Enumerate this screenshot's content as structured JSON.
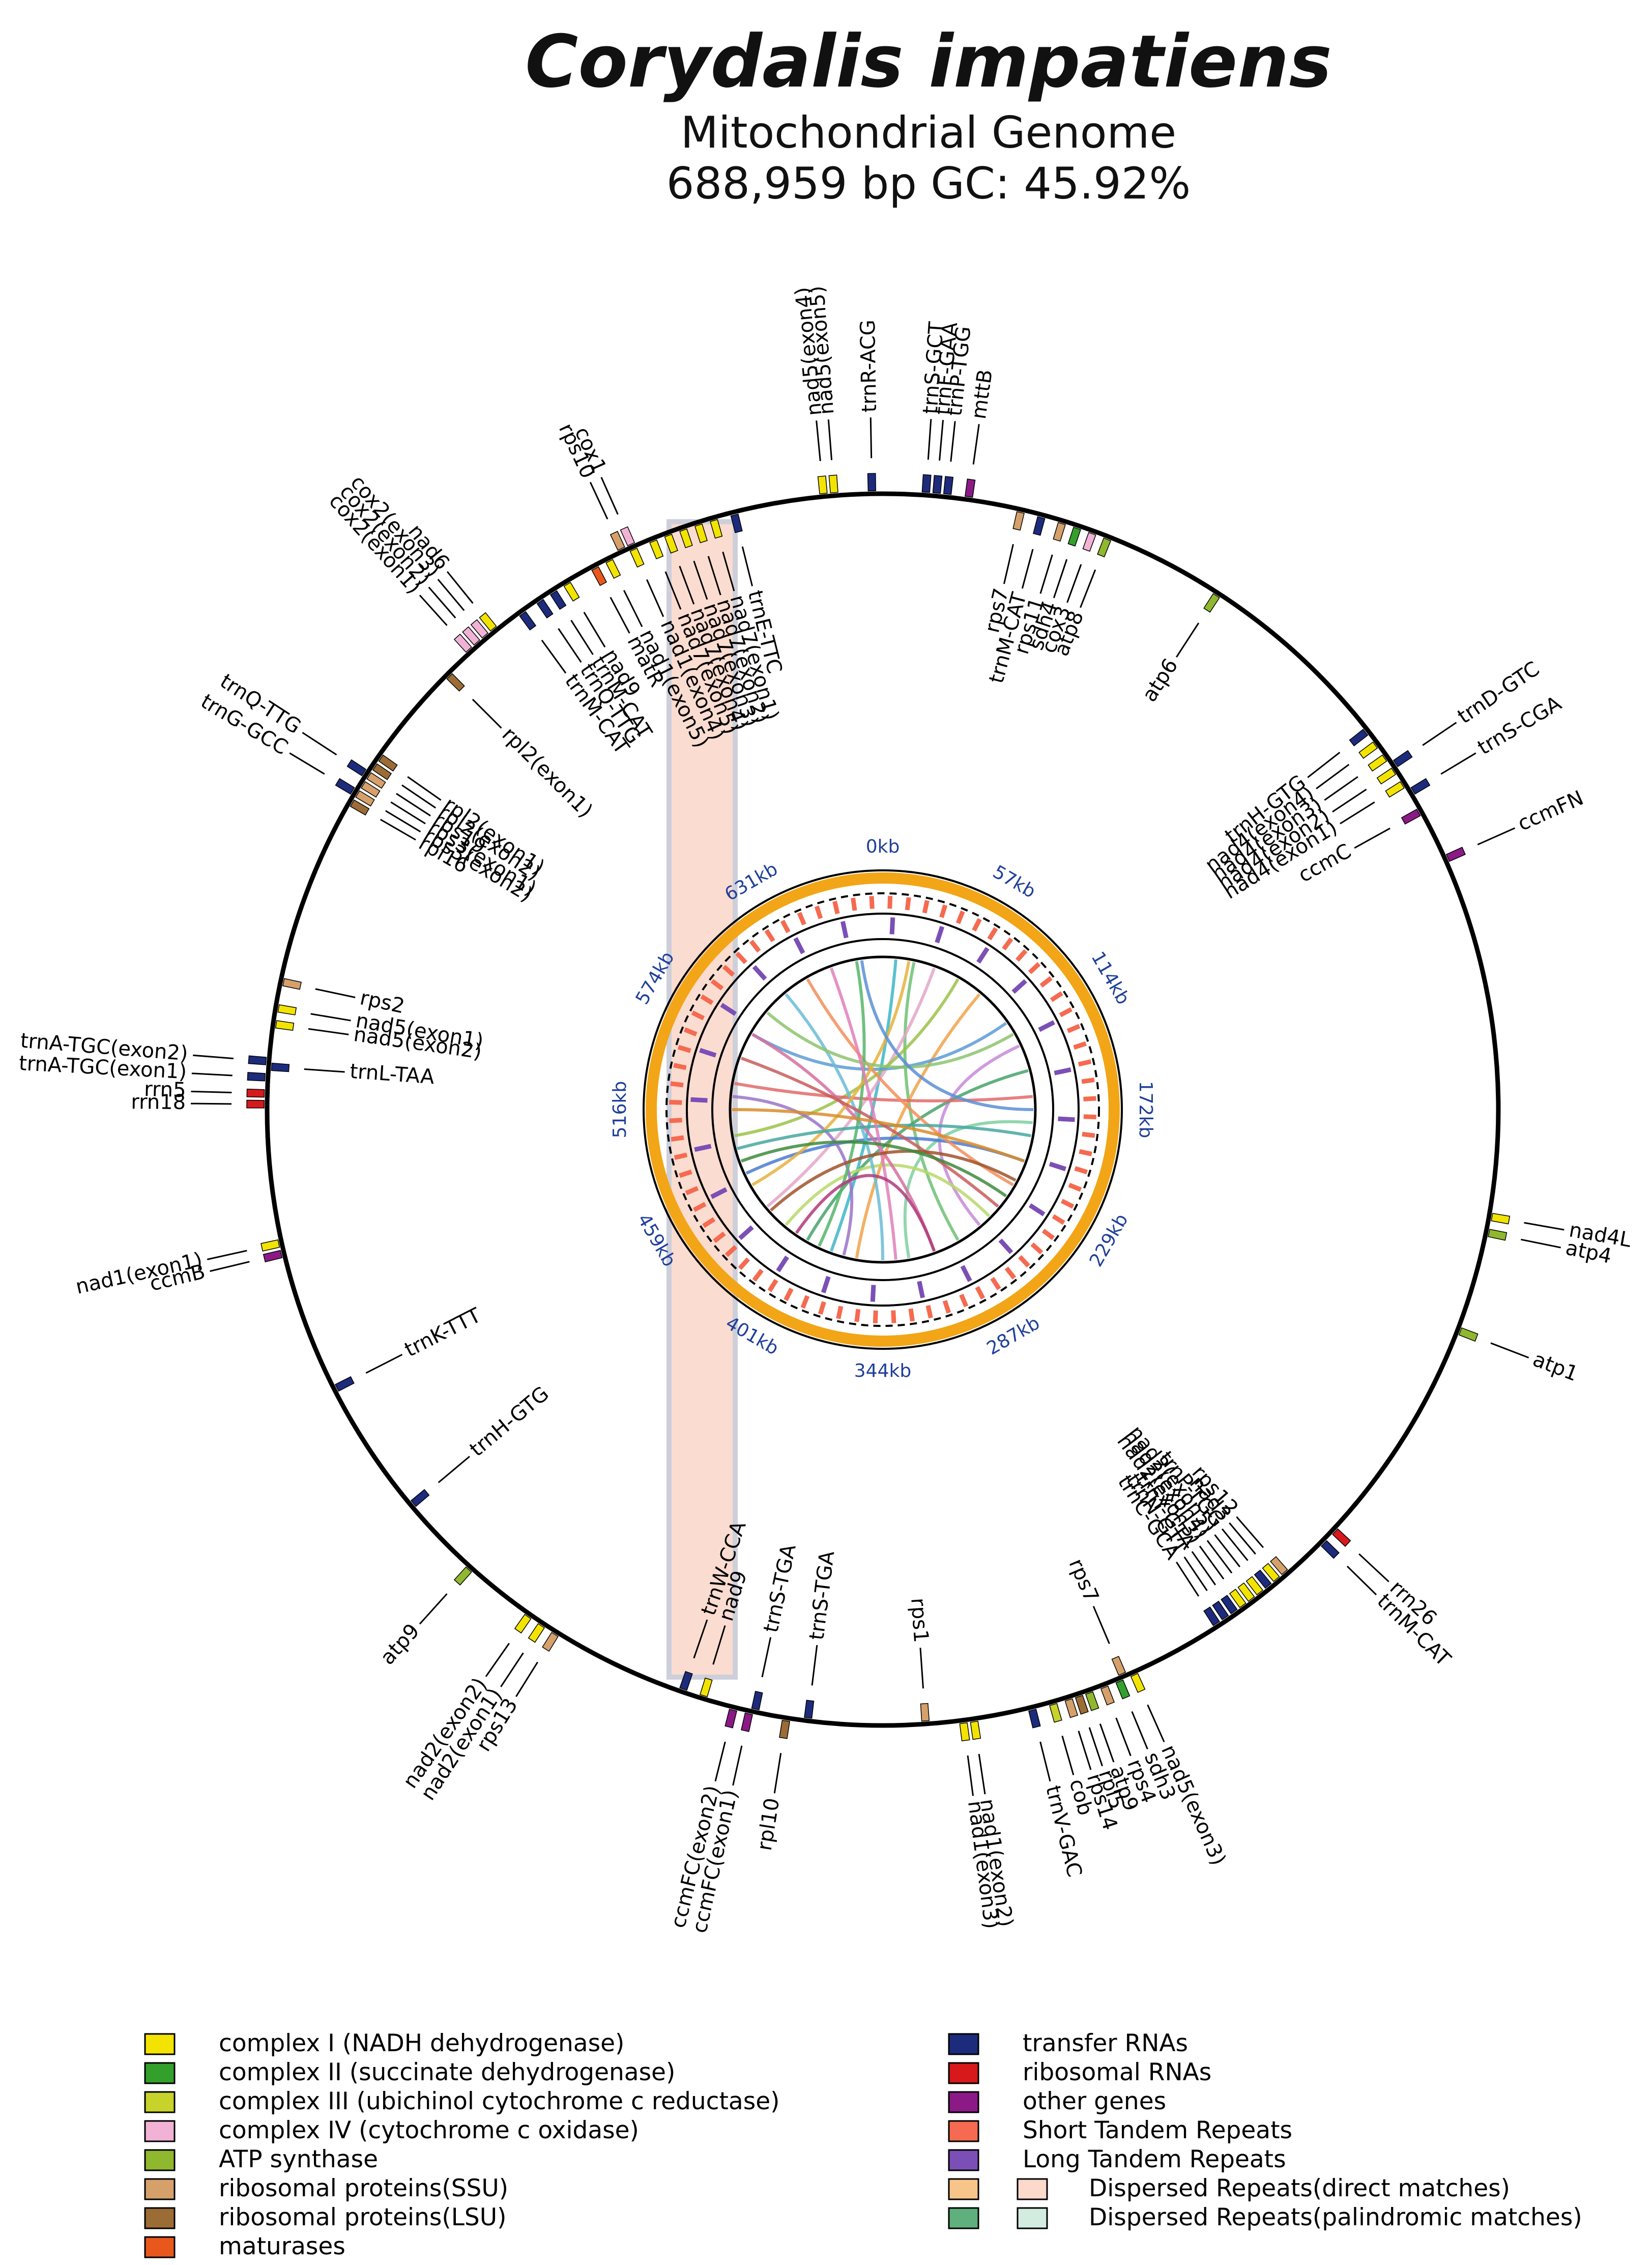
{
  "title": "Corydalis impatiens",
  "subtitle": "Mitochondrial Genome",
  "stats": "688,959 bp  GC: 45.92%",
  "kb_ticks": [
    {
      "label": "0kb",
      "deg": 0
    },
    {
      "label": "57kb",
      "deg": 30
    },
    {
      "label": "114kb",
      "deg": 60
    },
    {
      "label": "172kb",
      "deg": 90
    },
    {
      "label": "229kb",
      "deg": 120
    },
    {
      "label": "287kb",
      "deg": 150
    },
    {
      "label": "344kb",
      "deg": 180
    },
    {
      "label": "401kb",
      "deg": 210
    },
    {
      "label": "459kb",
      "deg": 240
    },
    {
      "label": "516kb",
      "deg": 270
    },
    {
      "label": "574kb",
      "deg": 300
    },
    {
      "label": "631kb",
      "deg": 330
    }
  ],
  "colors": {
    "complex_I": "#f2e400",
    "complex_II": "#33a02c",
    "complex_III": "#c7d22a",
    "complex_IV": "#f2b2d6",
    "atp": "#8fb82f",
    "ssu": "#d6a06b",
    "lsu": "#9b6c34",
    "maturase": "#e8581c",
    "trna": "#1d2b7d",
    "rrna": "#d7191c",
    "other": "#8b1a87",
    "str": "#f56a50",
    "ltr": "#7b4fb6",
    "disp_direct": "#f7c48a",
    "disp_direct_fill": "#fbd9cb",
    "disp_pal": "#5fb07d",
    "disp_pal_fill": "#d3ece0",
    "gc": "#f2a516"
  },
  "genes": [
    {
      "label": "nad5(exon5)",
      "deg": -4.5,
      "side": "out",
      "color": "complex_I"
    },
    {
      "label": "nad5(exon4)",
      "deg": -5.5,
      "side": "out",
      "color": "complex_I"
    },
    {
      "label": "trnR-ACG",
      "deg": -1.0,
      "side": "out",
      "color": "trna"
    },
    {
      "label": "trnS-GCT",
      "deg": 4.0,
      "side": "out",
      "color": "trna"
    },
    {
      "label": "trnF-GAA",
      "deg": 5.0,
      "side": "out",
      "color": "trna"
    },
    {
      "label": "trnP-TGG",
      "deg": 6.0,
      "side": "out",
      "color": "trna"
    },
    {
      "label": "mttB",
      "deg": 8.0,
      "side": "out",
      "color": "other"
    },
    {
      "label": "rps7",
      "deg": 13,
      "side": "in",
      "color": "ssu"
    },
    {
      "label": "trnM-CAT",
      "deg": 15,
      "side": "in",
      "color": "trna"
    },
    {
      "label": "rps11",
      "deg": 17,
      "side": "in",
      "color": "ssu"
    },
    {
      "label": "sdh4",
      "deg": 18.5,
      "side": "in",
      "color": "complex_II"
    },
    {
      "label": "cox3",
      "deg": 20,
      "side": "in",
      "color": "complex_IV"
    },
    {
      "label": "atp8",
      "deg": 21.5,
      "side": "in",
      "color": "atp"
    },
    {
      "label": "atp6",
      "deg": 33,
      "side": "in",
      "color": "atp"
    },
    {
      "label": "trnH-GTG",
      "deg": 52,
      "side": "in",
      "color": "trna"
    },
    {
      "label": "nad4(exon4)",
      "deg": 53.5,
      "side": "in",
      "color": "complex_I"
    },
    {
      "label": "nad4(exon3)",
      "deg": 55,
      "side": "in",
      "color": "complex_I"
    },
    {
      "label": "nad4(exon2)",
      "deg": 56.5,
      "side": "in",
      "color": "complex_I"
    },
    {
      "label": "nad4(exon1)",
      "deg": 58,
      "side": "in",
      "color": "complex_I"
    },
    {
      "label": "ccmC",
      "deg": 61,
      "side": "in",
      "color": "other"
    },
    {
      "label": "trnD-GTC",
      "deg": 56,
      "side": "out",
      "color": "trna"
    },
    {
      "label": "trnS-CGA",
      "deg": 59,
      "side": "out",
      "color": "trna"
    },
    {
      "label": "ccmFN",
      "deg": 66,
      "side": "out",
      "color": "other"
    },
    {
      "label": "nad4L",
      "deg": 100,
      "side": "out",
      "color": "complex_I"
    },
    {
      "label": "atp4",
      "deg": 101.5,
      "side": "out",
      "color": "atp"
    },
    {
      "label": "atp1",
      "deg": 111,
      "side": "out",
      "color": "atp"
    },
    {
      "label": "rrn26",
      "deg": 133,
      "side": "out",
      "color": "rrna"
    },
    {
      "label": "trnM-CAT",
      "deg": 134.5,
      "side": "out",
      "color": "trna"
    },
    {
      "label": "rps12",
      "deg": 139,
      "side": "in",
      "color": "ssu"
    },
    {
      "label": "nad3",
      "deg": 140,
      "side": "in",
      "color": "complex_I"
    },
    {
      "label": "trnP-TGG",
      "deg": 141,
      "side": "in",
      "color": "trna"
    },
    {
      "label": "nad2(exon5)",
      "deg": 142,
      "side": "in",
      "color": "complex_I"
    },
    {
      "label": "nad2(exon4)",
      "deg": 143,
      "side": "in",
      "color": "complex_I"
    },
    {
      "label": "nad2(exon3)",
      "deg": 144,
      "side": "in",
      "color": "complex_I"
    },
    {
      "label": "trnY-GTA",
      "deg": 145,
      "side": "in",
      "color": "trna"
    },
    {
      "label": "trnN-GTT",
      "deg": 146,
      "side": "in",
      "color": "trna"
    },
    {
      "label": "trnC-GCA",
      "deg": 147,
      "side": "in",
      "color": "trna"
    },
    {
      "label": "rps7",
      "deg": 157,
      "side": "in",
      "color": "ssu"
    },
    {
      "label": "nad5(exon3)",
      "deg": 156,
      "side": "out",
      "color": "complex_I"
    },
    {
      "label": "sdh3",
      "deg": 157.5,
      "side": "out",
      "color": "complex_II"
    },
    {
      "label": "rps4",
      "deg": 159,
      "side": "out",
      "color": "ssu"
    },
    {
      "label": "atp9",
      "deg": 160.5,
      "side": "out",
      "color": "atp"
    },
    {
      "label": "rpl5",
      "deg": 161.5,
      "side": "out",
      "color": "lsu"
    },
    {
      "label": "rps14",
      "deg": 162.5,
      "side": "out",
      "color": "ssu"
    },
    {
      "label": "cob",
      "deg": 164,
      "side": "out",
      "color": "complex_III"
    },
    {
      "label": "trnV-GAC",
      "deg": 166,
      "side": "out",
      "color": "trna"
    },
    {
      "label": "nad1(exon2)",
      "deg": 171.5,
      "side": "out",
      "color": "complex_I"
    },
    {
      "label": "nad1(exon3)",
      "deg": 172.5,
      "side": "out",
      "color": "complex_I"
    },
    {
      "label": "rps1",
      "deg": 176,
      "side": "in",
      "color": "ssu"
    },
    {
      "label": "trnS-TGA",
      "deg": 187,
      "side": "in",
      "color": "trna"
    },
    {
      "label": "trnS-TGA",
      "deg": 192,
      "side": "in",
      "color": "trna"
    },
    {
      "label": "rpl10",
      "deg": 189,
      "side": "out",
      "color": "lsu"
    },
    {
      "label": "ccmFC(exon1)",
      "deg": 192.5,
      "side": "out",
      "color": "other"
    },
    {
      "label": "ccmFC(exon2)",
      "deg": 194,
      "side": "out",
      "color": "other"
    },
    {
      "label": "nad9",
      "deg": 197,
      "side": "in",
      "color": "complex_I"
    },
    {
      "label": "trnW-CCA",
      "deg": 199,
      "side": "in",
      "color": "trna"
    },
    {
      "label": "rps13",
      "deg": 212,
      "side": "out",
      "color": "ssu"
    },
    {
      "label": "nad2(exon1)",
      "deg": 213.5,
      "side": "out",
      "color": "complex_I"
    },
    {
      "label": "nad2(exon2)",
      "deg": 215,
      "side": "out",
      "color": "complex_I"
    },
    {
      "label": "atp9",
      "deg": 222,
      "side": "out",
      "color": "atp"
    },
    {
      "label": "trnH-GTG",
      "deg": 230,
      "side": "in",
      "color": "trna"
    },
    {
      "label": "trnK-TTT",
      "deg": 243,
      "side": "in",
      "color": "trna"
    },
    {
      "label": "ccmB",
      "deg": 256.5,
      "side": "out",
      "color": "other"
    },
    {
      "label": "nad1(exon1)",
      "deg": 257.5,
      "side": "out",
      "color": "complex_I"
    },
    {
      "label": "rrn18",
      "deg": 270.5,
      "side": "out",
      "color": "rrna"
    },
    {
      "label": "rrn5",
      "deg": 271.5,
      "side": "out",
      "color": "rrna"
    },
    {
      "label": "trnA-TGC(exon1)",
      "deg": 273,
      "side": "out",
      "color": "trna"
    },
    {
      "label": "trnA-TGC(exon2)",
      "deg": 274.5,
      "side": "out",
      "color": "trna"
    },
    {
      "label": "trnL-TAA",
      "deg": 274,
      "side": "in",
      "color": "trna"
    },
    {
      "label": "nad5(exon2)",
      "deg": 278,
      "side": "in",
      "color": "complex_I"
    },
    {
      "label": "nad5(exon1)",
      "deg": 279.5,
      "side": "in",
      "color": "complex_I"
    },
    {
      "label": "rps2",
      "deg": 282,
      "side": "in",
      "color": "ssu"
    },
    {
      "label": "rpl16",
      "deg": 300,
      "side": "in",
      "color": "lsu"
    },
    {
      "label": "rps3(exon2)",
      "deg": 301,
      "side": "in",
      "color": "ssu"
    },
    {
      "label": "rps3(exon1)",
      "deg": 302,
      "side": "in",
      "color": "ssu"
    },
    {
      "label": "rps19",
      "deg": 303,
      "side": "in",
      "color": "ssu"
    },
    {
      "label": "rpl2(exon2)",
      "deg": 304,
      "side": "in",
      "color": "lsu"
    },
    {
      "label": "rpl2(exon1)",
      "deg": 305,
      "side": "in",
      "color": "lsu"
    },
    {
      "label": "trnG-GCC",
      "deg": 301,
      "side": "out",
      "color": "trna"
    },
    {
      "label": "trnQ-TTG",
      "deg": 303,
      "side": "out",
      "color": "trna"
    },
    {
      "label": "cox2(exon1)",
      "deg": 318,
      "side": "out",
      "color": "complex_IV"
    },
    {
      "label": "cox2(exon2)",
      "deg": 319,
      "side": "out",
      "color": "complex_IV"
    },
    {
      "label": "cox2(exon3)",
      "deg": 320,
      "side": "out",
      "color": "complex_IV"
    },
    {
      "label": "nad6",
      "deg": 321,
      "side": "out",
      "color": "complex_I"
    },
    {
      "label": "rps10",
      "deg": 335,
      "side": "out",
      "color": "ssu"
    },
    {
      "label": "cox1",
      "deg": 336,
      "side": "out",
      "color": "complex_IV"
    },
    {
      "label": "rpl2(exon1)",
      "deg": 315,
      "side": "in",
      "color": "lsu"
    },
    {
      "label": "trnM-CAT",
      "deg": 324,
      "side": "in",
      "color": "trna"
    },
    {
      "label": "trnQ-TTG",
      "deg": 326,
      "side": "in",
      "color": "trna"
    },
    {
      "label": "trnM-CAT",
      "deg": 327.5,
      "side": "in",
      "color": "trna"
    },
    {
      "label": "nad9",
      "deg": 329,
      "side": "in",
      "color": "complex_I"
    },
    {
      "label": "matR",
      "deg": 332,
      "side": "in",
      "color": "maturase"
    },
    {
      "label": "nad1(exon5)",
      "deg": 333.5,
      "side": "in",
      "color": "complex_I"
    },
    {
      "label": "nad1(exon4)",
      "deg": 336,
      "side": "in",
      "color": "complex_I"
    },
    {
      "label": "nad7(exon5)",
      "deg": 338,
      "side": "in",
      "color": "complex_I"
    },
    {
      "label": "nad7(exon4)",
      "deg": 339.5,
      "side": "in",
      "color": "complex_I"
    },
    {
      "label": "nad7(exon3)",
      "deg": 341,
      "side": "in",
      "color": "complex_I"
    },
    {
      "label": "nad7(exon2)",
      "deg": 342.5,
      "side": "in",
      "color": "complex_I"
    },
    {
      "label": "nad7(exon1)",
      "deg": 344,
      "side": "in",
      "color": "complex_I"
    },
    {
      "label": "trnE-TTC",
      "deg": 346,
      "side": "in",
      "color": "trna"
    }
  ],
  "repeat_links": [
    {
      "a": 5,
      "b": 200,
      "color": "#3cb6c8"
    },
    {
      "a": 12,
      "b": 150,
      "color": "#6fbf73"
    },
    {
      "a": 20,
      "b": 230,
      "color": "#e4a6c8"
    },
    {
      "a": 30,
      "b": 260,
      "color": "#9bc24a"
    },
    {
      "a": 40,
      "b": 190,
      "color": "#f2a24a"
    },
    {
      "a": 55,
      "b": 300,
      "color": "#5d9bd5"
    },
    {
      "a": 65,
      "b": 140,
      "color": "#c78ad8"
    },
    {
      "a": 75,
      "b": 210,
      "color": "#46a36b"
    },
    {
      "a": 85,
      "b": 280,
      "color": "#e26a6a"
    },
    {
      "a": 95,
      "b": 170,
      "color": "#7fcfa0"
    },
    {
      "a": 110,
      "b": 245,
      "color": "#4a7bd1"
    },
    {
      "a": 120,
      "b": 330,
      "color": "#f28e5a"
    },
    {
      "a": 135,
      "b": 220,
      "color": "#b8d86a"
    },
    {
      "a": 160,
      "b": 300,
      "color": "#d66fa0"
    },
    {
      "a": 180,
      "b": 320,
      "color": "#6bbcd6"
    },
    {
      "a": 195,
      "b": 275,
      "color": "#9a73c9"
    },
    {
      "a": 205,
      "b": 350,
      "color": "#56b56a"
    },
    {
      "a": 240,
      "b": 10,
      "color": "#e8b23c"
    },
    {
      "a": 255,
      "b": 100,
      "color": "#47a7a0"
    },
    {
      "a": 290,
      "b": 130,
      "color": "#c95c5c"
    },
    {
      "a": 310,
      "b": 60,
      "color": "#8cc46e"
    },
    {
      "a": 340,
      "b": 175,
      "color": "#e07fb8"
    },
    {
      "a": 352,
      "b": 90,
      "color": "#5a8fd6"
    },
    {
      "a": 228,
      "b": 118,
      "color": "#a0522d"
    },
    {
      "a": 215,
      "b": 160,
      "color": "#b03a7a"
    },
    {
      "a": 250,
      "b": 125,
      "color": "#3d8b3d"
    },
    {
      "a": 270,
      "b": 110,
      "color": "#d98c2a"
    }
  ],
  "legend_left": [
    {
      "key": "complex_I",
      "label": "complex I (NADH dehydrogenase)"
    },
    {
      "key": "complex_II",
      "label": "complex II (succinate dehydrogenase)"
    },
    {
      "key": "complex_III",
      "label": "complex III (ubichinol cytochrome c reductase)"
    },
    {
      "key": "complex_IV",
      "label": "complex IV (cytochrome c oxidase)"
    },
    {
      "key": "atp",
      "label": "ATP synthase"
    },
    {
      "key": "ssu",
      "label": "ribosomal proteins(SSU)"
    },
    {
      "key": "lsu",
      "label": "ribosomal proteins(LSU)"
    },
    {
      "key": "maturase",
      "label": "maturases"
    }
  ],
  "legend_right": [
    {
      "key": "trna",
      "label": "transfer RNAs"
    },
    {
      "key": "rrna",
      "label": "ribosomal RNAs"
    },
    {
      "key": "other",
      "label": "other genes"
    },
    {
      "key": "str",
      "label": "Short Tandem Repeats"
    },
    {
      "key": "ltr",
      "label": "Long Tandem Repeats"
    },
    {
      "key": "disp_direct",
      "key2": "disp_direct_fill",
      "label": "Dispersed Repeats(direct matches)"
    },
    {
      "key": "disp_pal",
      "key2": "disp_pal_fill",
      "label": "Dispersed Repeats(palindromic matches)"
    }
  ]
}
